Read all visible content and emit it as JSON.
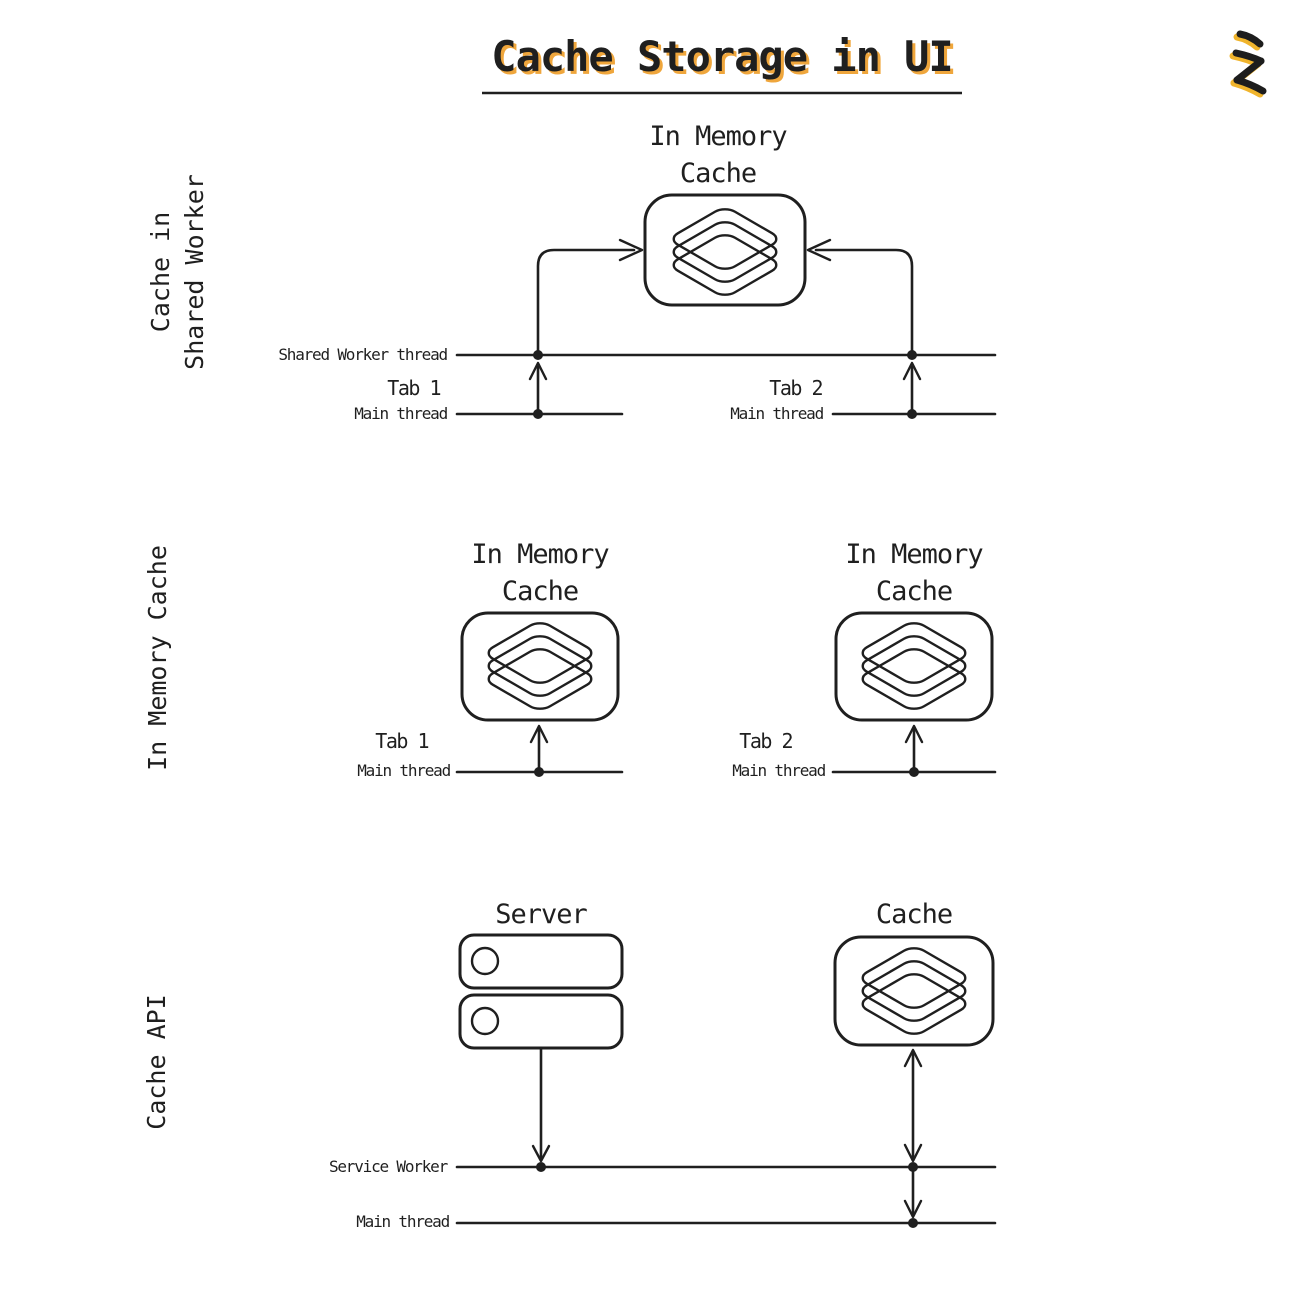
{
  "page_title": "Cache Storage in UI",
  "colors": {
    "ink": "#1f1f1f",
    "title_shadow": "#efa63c",
    "logo_shadow": "#f0b42c",
    "background": "#ffffff"
  },
  "icons": {
    "brand": "zigzag-logo-icon",
    "cache": "layers-icon",
    "server": "server-rack-icon"
  },
  "section1": {
    "side_label_line1": "Cache in",
    "side_label_line2": "Shared Worker",
    "cache_title_line1": "In Memory",
    "cache_title_line2": "Cache",
    "shared_worker_thread_label": "Shared Worker thread",
    "tab1_label": "Tab 1",
    "tab1_thread_label": "Main thread",
    "tab2_label": "Tab 2",
    "tab2_thread_label": "Main thread"
  },
  "section2": {
    "side_label": "In Memory Cache",
    "groups": [
      {
        "cache_title_line1": "In Memory",
        "cache_title_line2": "Cache",
        "tab_label": "Tab 1",
        "thread_label": "Main thread"
      },
      {
        "cache_title_line1": "In Memory",
        "cache_title_line2": "Cache",
        "tab_label": "Tab 2",
        "thread_label": "Main thread"
      }
    ]
  },
  "section3": {
    "side_label": "Cache API",
    "server_label": "Server",
    "cache_label": "Cache",
    "service_worker_label": "Service Worker",
    "main_thread_label": "Main thread"
  }
}
